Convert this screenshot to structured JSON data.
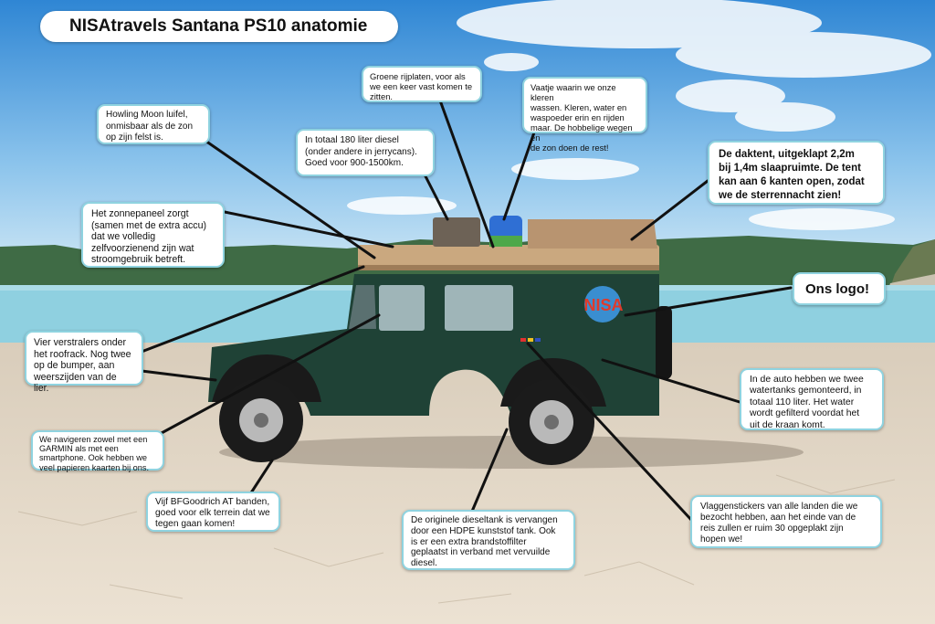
{
  "title": "NISAtravels Santana PS10 anatomie",
  "logo_text": "NISA",
  "colors": {
    "sky_top": "#3d8fd6",
    "sky_bottom": "#bfe0f4",
    "water": "#8fd0e0",
    "hills": "#3f6b45",
    "ground": "#e3d6c3",
    "vehicle": "#1f4236",
    "tent": "#b89470",
    "box_border": "#8fd3e0"
  },
  "callouts": {
    "groene_rijplaten": "Groene rijplaten, voor als\nwe een keer vast komen te\nzitten.",
    "vaatje": "Vaatje waarin we onze kleren\nwassen. Kleren, water en\nwaspoeder erin en rijden\nmaar. De hobbelige wegen en\nde zon doen de rest!",
    "howling_moon": "Howling Moon luifel,\nonmisbaar als de zon\nop zijn felst is.",
    "diesel_180": "In totaal 180 liter diesel\n(onder andere in jerrycans).\nGoed voor 900-1500km.",
    "daktent": "De daktent, uitgeklapt 2,2m\nbij 1,4m slaapruimte. De tent\nkan aan 6 kanten open, zodat\nwe de sterrennacht zien!",
    "zonnepaneel": "Het zonnepaneel zorgt\n(samen met de extra accu)\ndat we volledig\nzelfvoorzienend zijn wat\nstroomgebruik betreft.",
    "ons_logo": "Ons logo!",
    "verstralers": "Vier verstralers onder\nhet roofrack. Nog twee\nop de bumper, aan\nweerszijden van de lier.",
    "watertanks": "In de auto hebben we twee\nwatertanks gemonteerd, in\ntotaal 110 liter. Het water\nwordt gefilterd voordat het\nuit de kraan komt.",
    "navigeren": "We navigeren zowel met een\nGARMIN als met een\nsmartphone. Ook hebben we\nveel papieren kaarten bij ons.",
    "banden": "Vijf BFGoodrich AT banden,\ngoed voor elk terrein dat we\ntegen gaan komen!",
    "dieseltank": "De originele dieseltank is vervangen\ndoor een HDPE kunststof tank. Ook\nis er een extra brandstoffilter\ngeplaatst in verband met vervuilde\ndiesel.",
    "vlaggen": "Vlaggenstickers van alle landen die we\nbezocht hebben, aan het einde van de\nreis zullen er ruim 30 opgeplakt zijn\nhopen we!"
  }
}
